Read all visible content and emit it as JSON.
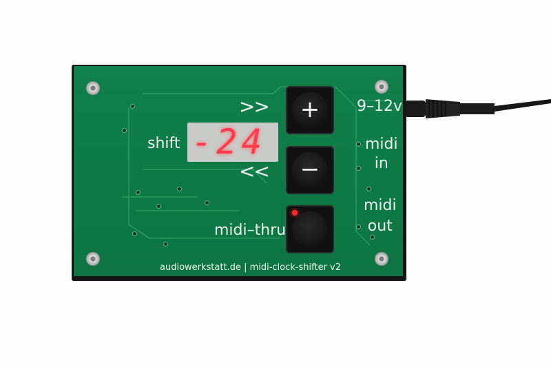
{
  "device": {
    "display_value": "-24",
    "labels": {
      "faster": ">>",
      "slower": "<<",
      "shift": "shift",
      "power": "9–12v",
      "midi_in": [
        "midi",
        "in"
      ],
      "midi_out": [
        "midi",
        "out"
      ],
      "midi_thru": "midi–thru"
    },
    "buttons": {
      "plus": "+",
      "minus": "−"
    },
    "footer": "audiowerkstatt.de | midi-clock-shifter v2",
    "colors": {
      "pcb": "#0f7a45",
      "led": "#ff3d4a",
      "silkscreen": "#e9f3ee"
    }
  }
}
